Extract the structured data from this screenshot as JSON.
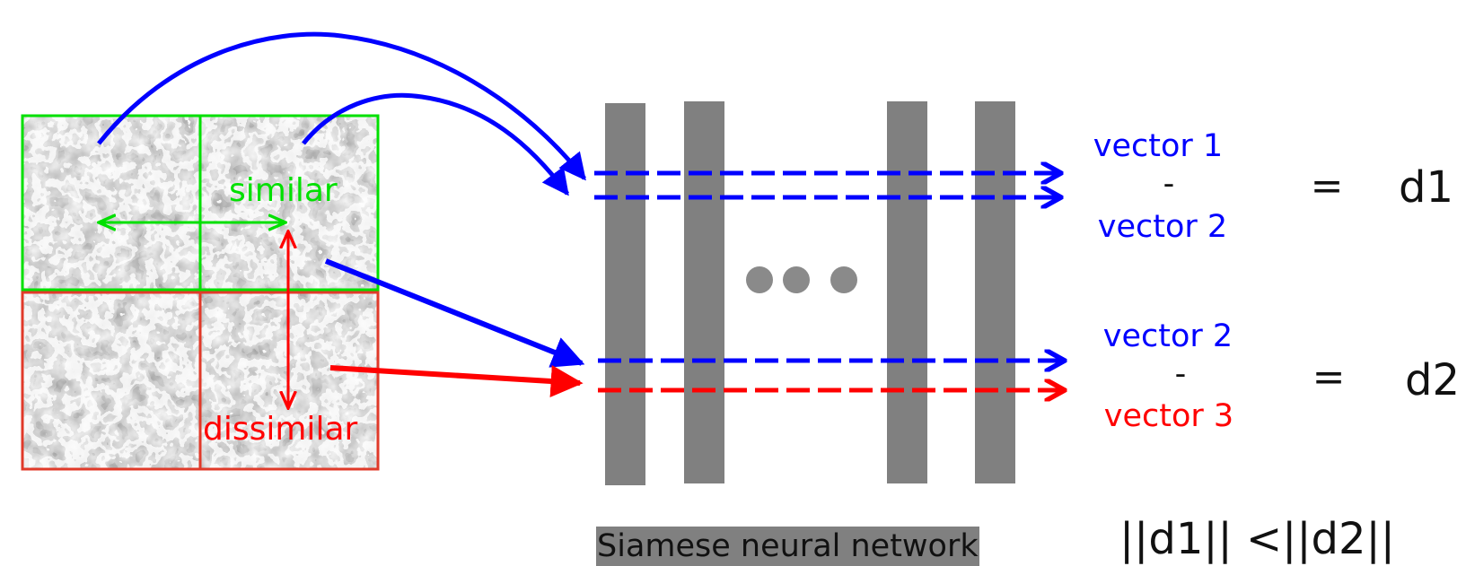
{
  "patches": {
    "similar_label": "similar",
    "dissimilar_label": "dissimilar"
  },
  "network": {
    "caption": "Siamese neural network",
    "ellipsis": "●●●"
  },
  "comparisons": [
    {
      "top": "vector 1",
      "op": "-",
      "bottom": "vector 2",
      "eq": "=",
      "result": "d1"
    },
    {
      "top": "vector 2",
      "op": "-",
      "bottom": "vector 3",
      "eq": "=",
      "result": "d2"
    }
  ],
  "inequality": "||d1|| <||d2||",
  "colors": {
    "blue": "#0000ff",
    "green": "#00e000",
    "red": "#ff0000",
    "frame_red": "#e03a2a",
    "layer_gray": "#808080",
    "dot_gray": "#8a8a8a"
  }
}
